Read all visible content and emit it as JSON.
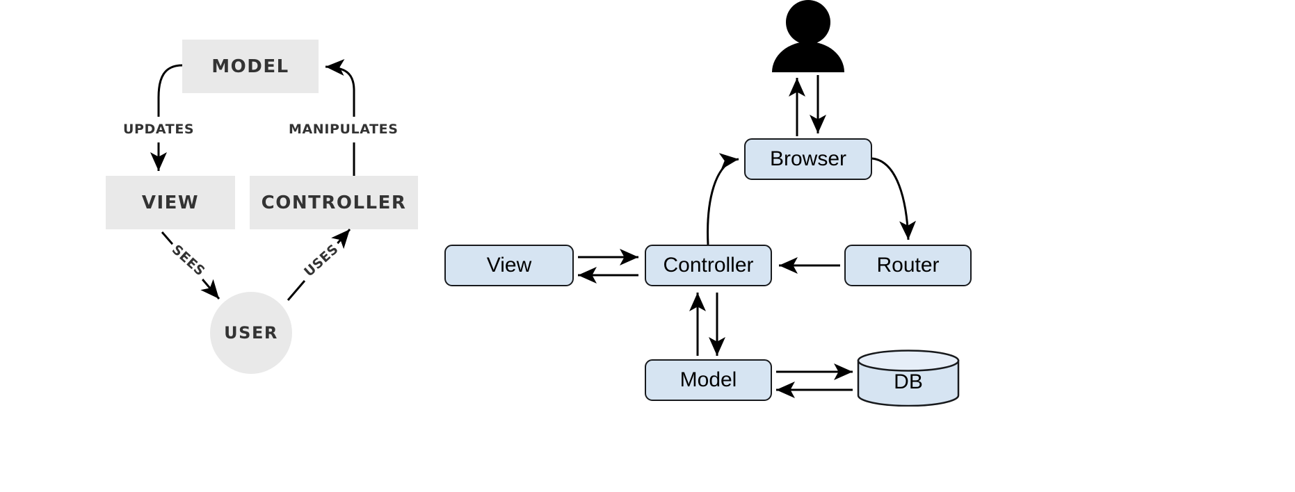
{
  "diagram_left": {
    "name": "classic-mvc",
    "nodes": [
      {
        "id": "model",
        "label": "MODEL",
        "shape": "rect"
      },
      {
        "id": "view",
        "label": "VIEW",
        "shape": "rect"
      },
      {
        "id": "controller",
        "label": "CONTROLLER",
        "shape": "rect"
      },
      {
        "id": "user",
        "label": "USER",
        "shape": "circle"
      }
    ],
    "edges": [
      {
        "from": "model",
        "to": "view",
        "label": "UPDATES"
      },
      {
        "from": "controller",
        "to": "model",
        "label": "MANIPULATES"
      },
      {
        "from": "view",
        "to": "user",
        "label": "SEES"
      },
      {
        "from": "user",
        "to": "controller",
        "label": "USES"
      }
    ],
    "colors": {
      "node_fill": "#e9e9e9",
      "text": "#333333",
      "edge": "#000000"
    }
  },
  "diagram_right": {
    "name": "web-mvc",
    "nodes": [
      {
        "id": "user",
        "label": "",
        "shape": "person-icon"
      },
      {
        "id": "browser",
        "label": "Browser",
        "shape": "rounded-rect"
      },
      {
        "id": "view",
        "label": "View",
        "shape": "rounded-rect"
      },
      {
        "id": "controller",
        "label": "Controller",
        "shape": "rounded-rect"
      },
      {
        "id": "router",
        "label": "Router",
        "shape": "rounded-rect"
      },
      {
        "id": "model",
        "label": "Model",
        "shape": "rounded-rect"
      },
      {
        "id": "db",
        "label": "DB",
        "shape": "cylinder"
      }
    ],
    "edges": [
      {
        "from": "user",
        "to": "browser",
        "style": "bidirectional-vertical"
      },
      {
        "from": "browser",
        "to": "router",
        "style": "curved"
      },
      {
        "from": "router",
        "to": "controller",
        "style": "straight-left"
      },
      {
        "from": "controller",
        "to": "browser",
        "style": "curved"
      },
      {
        "from": "view",
        "to": "controller",
        "style": "bidirectional-horizontal"
      },
      {
        "from": "controller",
        "to": "model",
        "style": "bidirectional-vertical"
      },
      {
        "from": "model",
        "to": "db",
        "style": "bidirectional-horizontal"
      }
    ],
    "colors": {
      "node_fill": "#d6e4f2",
      "node_stroke": "#17191c",
      "text": "#000000",
      "icon": "#000000"
    }
  }
}
